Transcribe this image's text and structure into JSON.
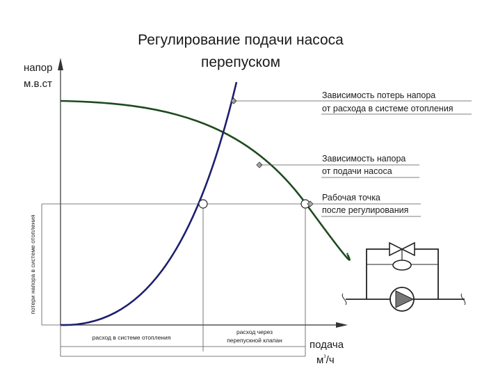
{
  "title": {
    "line1": "Регулирование подачи насоса",
    "line2": "перепуском"
  },
  "axes": {
    "y_label_line1": "напор",
    "y_label_line2": "м.в.ст",
    "x_label": "подача",
    "x_unit_prefix": "м",
    "x_unit_sup": "3",
    "x_unit_suffix": "/ч"
  },
  "callouts": {
    "system_curve_line1": "Зависимость потерь напора",
    "system_curve_line2": "от расхода в системе отопления",
    "pump_curve_line1": "Зависимость напора",
    "pump_curve_line2": "от подачи насоса",
    "operating_point_line1": "Рабочая точка",
    "operating_point_line2": "после регулирования"
  },
  "dimensions": {
    "head_loss_label": "потери напора в системе отопления",
    "system_flow_label": "расход в системе отопления",
    "bypass_flow_line1": "расход через",
    "bypass_flow_line2": "перепускной клапан"
  },
  "colors": {
    "system_curve": "#1c1f6e",
    "pump_curve": "#1f4a1f",
    "lines": "#333333",
    "pump_symbol_fill": "#777777"
  },
  "icons": {
    "valve": "valve-icon",
    "pump": "pump-icon"
  }
}
